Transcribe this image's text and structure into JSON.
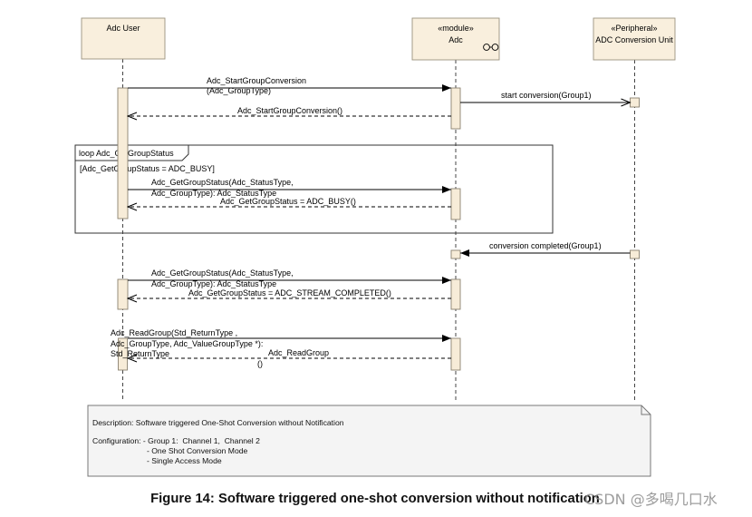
{
  "participants": {
    "adc_user": {
      "name": "Adc User"
    },
    "adc": {
      "stereotype": "«module»",
      "name": "Adc",
      "icon": "module-icon"
    },
    "adc_conversion_unit": {
      "stereotype": "«Peripheral»",
      "name": "ADC Conversion Unit"
    }
  },
  "messages": {
    "start_group_conversion_call": [
      "Adc_StartGroupConversion",
      "(Adc_GroupType)"
    ],
    "start_group_conversion_return": "Adc_StartGroupConversion()",
    "start_conversion": "start conversion(Group1)",
    "get_group_status_call_1": [
      "Adc_GetGroupStatus(Adc_StatusType,",
      "Adc_GroupType): Adc_StatusType"
    ],
    "get_group_status_return_busy": "Adc_GetGroupStatus = ADC_BUSY()",
    "conversion_completed": "conversion completed(Group1)",
    "get_group_status_call_2": [
      "Adc_GetGroupStatus(Adc_StatusType,",
      "Adc_GroupType): Adc_StatusType"
    ],
    "get_group_status_return_completed": "Adc_GetGroupStatus = ADC_STREAM_COMPLETED()",
    "read_group_call": [
      "Adc_ReadGroup(Std_ReturnType ,",
      "Adc_GroupType, Adc_ValueGroupType *):",
      "Std_ReturnType"
    ],
    "read_group_return": [
      "Adc_ReadGroup",
      "()"
    ]
  },
  "loop_fragment": {
    "label": "loop Adc_GetGroupStatus",
    "guard": "[Adc_GetGroupStatus = ADC_BUSY]"
  },
  "note": {
    "description": "Description: Software triggered One-Shot Conversion without Notification",
    "configuration": [
      "Configuration: - Group 1:  Channel 1,  Channel 2",
      "- One Shot Conversion Mode",
      "- Single Access Mode"
    ]
  },
  "caption": "Figure 14: Software triggered one-shot conversion without notification",
  "watermark": "CSDN @多喝几口水",
  "colors": {
    "participant_fill": "#f9efdd",
    "activation_fill": "#f7ecd8",
    "note_fill": "#f4f4f4",
    "background": "#ffffff"
  }
}
